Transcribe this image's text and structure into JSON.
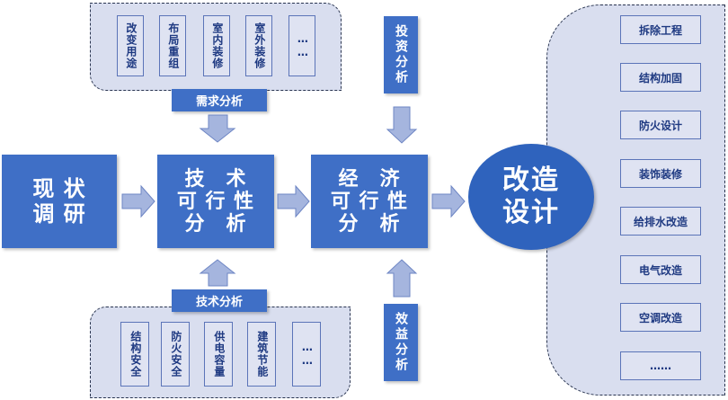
{
  "top_group": {
    "items": [
      "改变用途",
      "布局重组",
      "室内装修",
      "室外装修",
      "……"
    ],
    "label": "需求分析"
  },
  "bottom_group": {
    "items": [
      "结构安全",
      "防火安全",
      "供电容量",
      "建筑节能",
      "……"
    ],
    "label": "技术分析"
  },
  "investment_label": "投资分析",
  "benefit_label": "效益分析",
  "current": [
    "现 状",
    "调 研"
  ],
  "technical": [
    "技　术",
    "可 行 性",
    "分　析"
  ],
  "economic": [
    "经　济",
    "可 行 性",
    "分　析"
  ],
  "design": [
    "改造",
    "设计"
  ],
  "design_items": [
    "拆除工程",
    "结构加固",
    "防火设计",
    "装饰装修",
    "给排水改造",
    "电气改造",
    "空调改造",
    "……"
  ]
}
